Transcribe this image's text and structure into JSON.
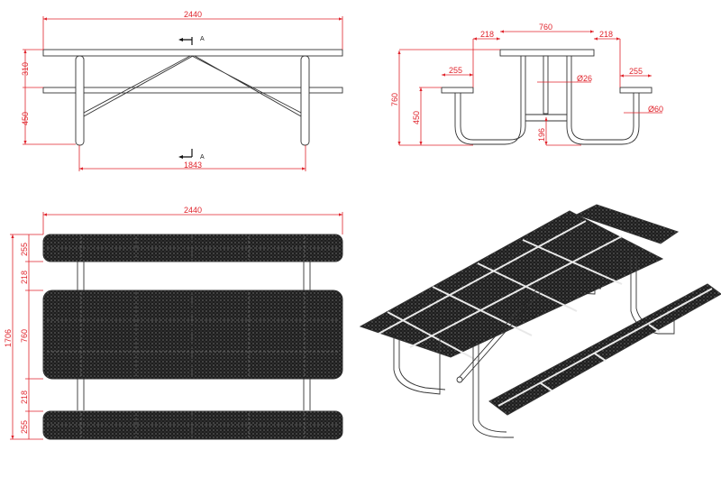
{
  "title": "Picnic table technical drawing",
  "views": {
    "front_elevation": {
      "overall_length": "2440",
      "top_to_seat": "310",
      "seat_height": "450",
      "leg_spacing": "1843",
      "section_label_top": "A",
      "section_label_bottom": "A"
    },
    "side_section": {
      "top_depth": "760",
      "gap_left": "218",
      "gap_right": "218",
      "seat_left": "255",
      "seat_right": "255",
      "table_height": "760",
      "seat_height": "450",
      "brace_height": "196",
      "brace_diameter": "Ø26",
      "leg_diameter": "Ø60"
    },
    "plan": {
      "overall_length": "2440",
      "overall_depth": "1706",
      "seat_top": "255",
      "gap_top": "218",
      "table_depth": "760",
      "gap_bottom": "218",
      "seat_bottom": "255"
    }
  },
  "colors": {
    "dimension": "#e0242c",
    "line": "#333333",
    "mesh": "#1e1e1e"
  }
}
